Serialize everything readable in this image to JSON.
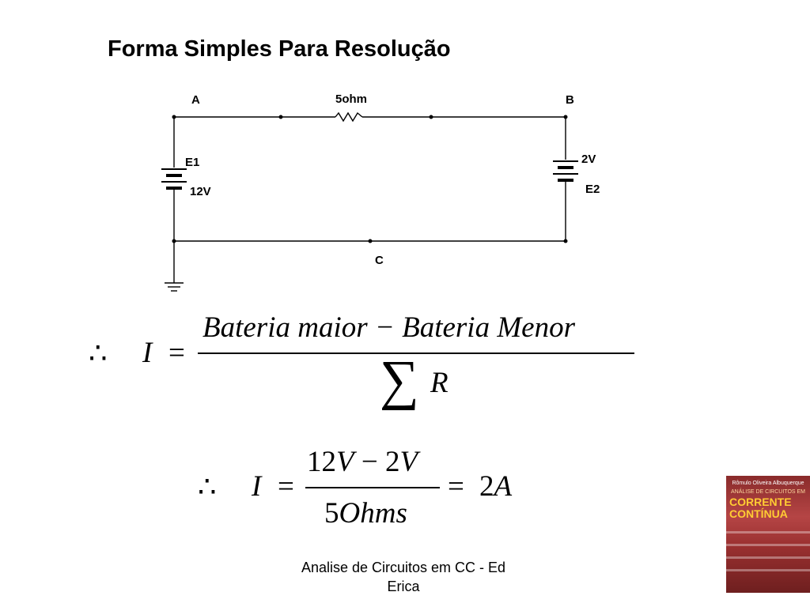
{
  "slide": {
    "title": "Forma Simples Para Resolução",
    "footer": "Analise de Circuitos em CC - Ed Erica"
  },
  "circuit": {
    "nodes": {
      "a": "A",
      "b": "B",
      "c": "C"
    },
    "resistor": "5ohm",
    "e1": {
      "name": "E1",
      "value": "12V"
    },
    "e2": {
      "name": "E2",
      "value": "2V"
    }
  },
  "formula1": {
    "therefore": "∴",
    "variable": "I",
    "equals": "=",
    "numerator": "Bateria maior − Bateria Menor",
    "sigma": "∑",
    "denominator": "R"
  },
  "formula2": {
    "therefore": "∴",
    "variable": "I",
    "equals": "=",
    "num_a": "12",
    "num_a_unit": "V",
    "minus": "−",
    "num_b": "2",
    "num_b_unit": "V",
    "den_value": "5",
    "den_unit": "Ohms",
    "result_equals": "=",
    "result_value": "2",
    "result_unit": "A"
  },
  "book": {
    "top_text": "Rômulo Oliveira Albuquerque",
    "subtitle": "ANÁLISE DE CIRCUITOS EM",
    "title": "CORRENTE\nCONTÍNUA"
  }
}
